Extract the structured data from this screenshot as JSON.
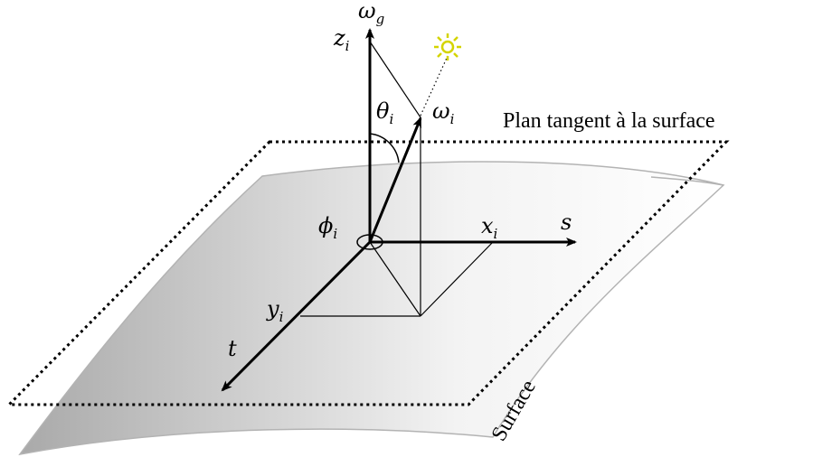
{
  "labels": {
    "omega_g": {
      "base": "ω",
      "sub": "g"
    },
    "z_i": {
      "base": "z",
      "sub": "i"
    },
    "theta_i": {
      "base": "θ",
      "sub": "i"
    },
    "omega_i": {
      "base": "ω",
      "sub": "i"
    },
    "phi_i": {
      "base": "ϕ",
      "sub": "i"
    },
    "x_i": {
      "base": "x",
      "sub": "i"
    },
    "s": "s",
    "y_i": {
      "base": "y",
      "sub": "i"
    },
    "t": "t",
    "tangent_plane": "Plan tangent à la surface",
    "surface": "Surface"
  },
  "colors": {
    "sun": "#d4d400",
    "surface_dark": "#a9a9a9",
    "surface_light": "#ffffff",
    "surface_edge": "#b3b3b3"
  },
  "icons": {
    "sun": "sun-icon"
  }
}
